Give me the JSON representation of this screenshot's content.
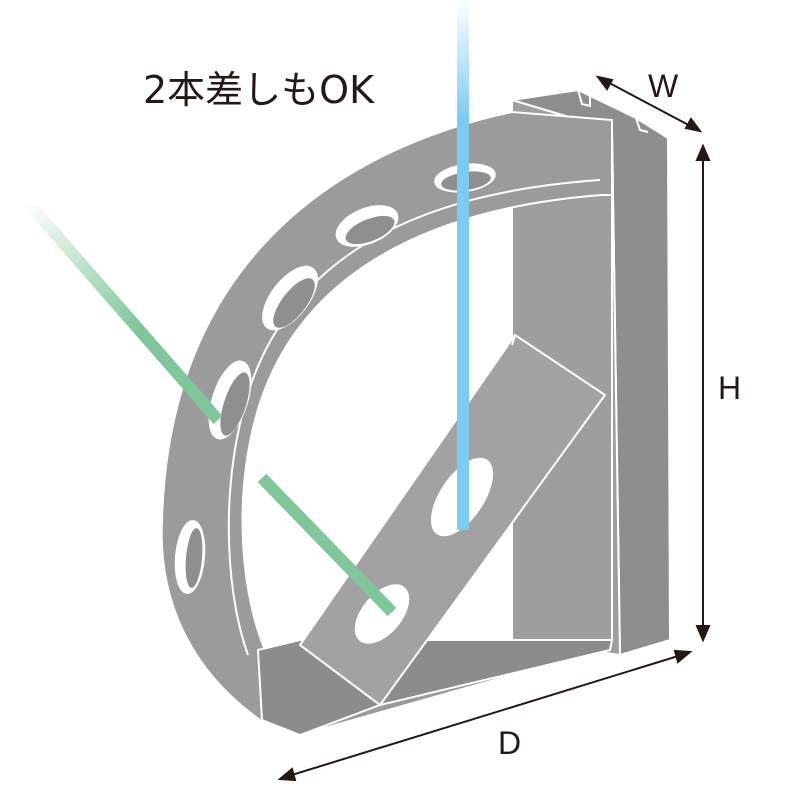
{
  "caption": "2本差しもOK",
  "dimensions": {
    "width_label": "W",
    "height_label": "H",
    "depth_label": "D"
  },
  "colors": {
    "body": "#9b9b9b",
    "body_dark": "#8a8a8a",
    "body_light": "#a9a9a9",
    "outline": "#ffffff",
    "wire_green": "#7fc79a",
    "wire_blue": "#7ccbf1",
    "ink": "#231815"
  }
}
